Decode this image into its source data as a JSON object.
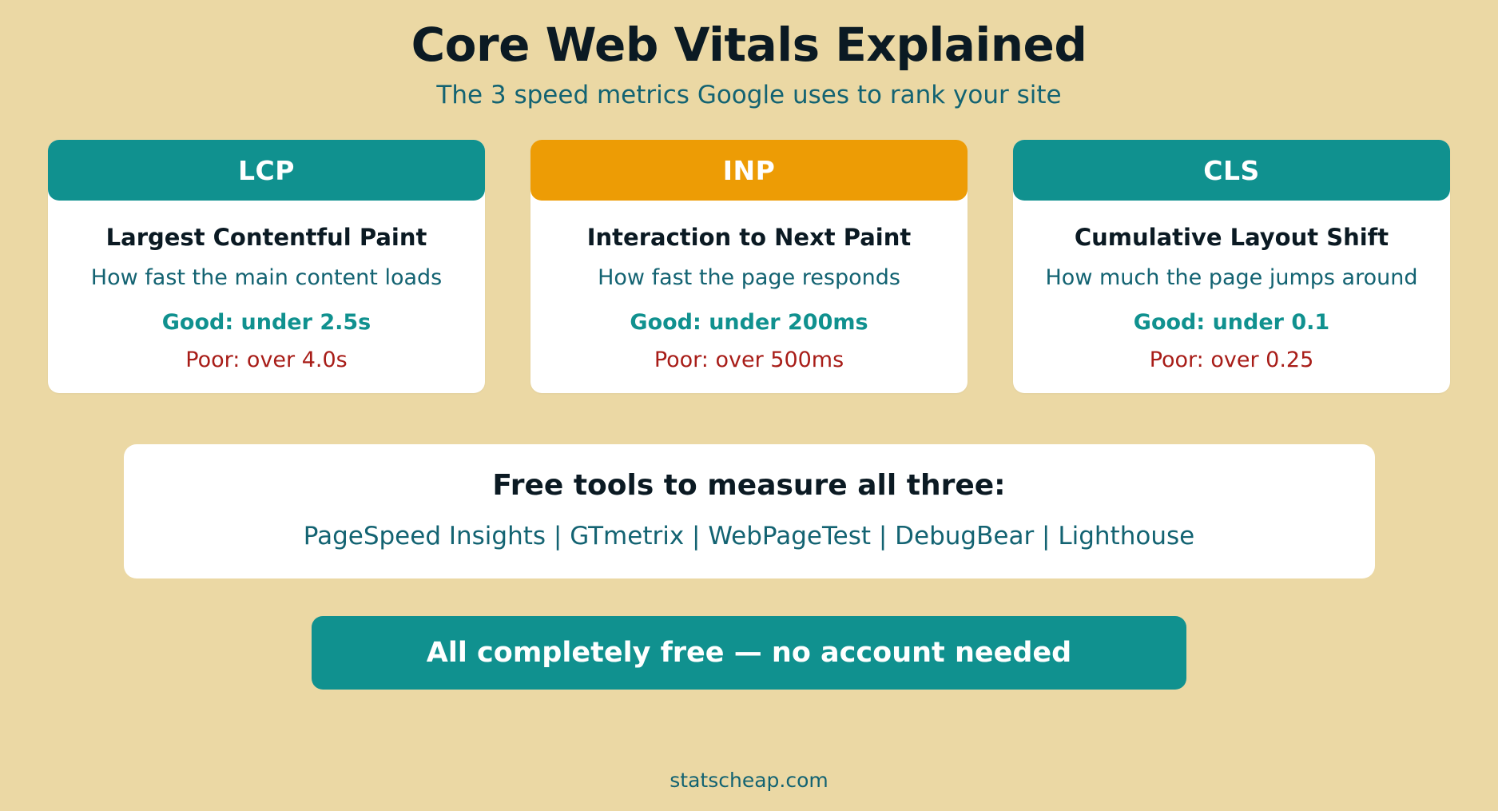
{
  "header": {
    "title": "Core Web Vitals Explained",
    "subtitle": "The 3 speed metrics Google uses to rank your site"
  },
  "colors": {
    "background": "#ebd8a4",
    "teal": "#10918f",
    "orange": "#ed9c05",
    "title_text": "#0b1a23",
    "body_teal_text": "#136372",
    "poor_red": "#a81d18",
    "card_background": "#ffffff"
  },
  "cards": [
    {
      "abbr": "LCP",
      "header_color": "teal",
      "name": "Largest Contentful Paint",
      "description": "How fast the main content loads",
      "good": "Good: under 2.5s",
      "poor": "Poor: over 4.0s"
    },
    {
      "abbr": "INP",
      "header_color": "orange",
      "name": "Interaction to Next Paint",
      "description": "How fast the page responds",
      "good": "Good: under 200ms",
      "poor": "Poor: over 500ms"
    },
    {
      "abbr": "CLS",
      "header_color": "teal",
      "name": "Cumulative Layout Shift",
      "description": "How much the page jumps around",
      "good": "Good: under 0.1",
      "poor": "Poor: over 0.25"
    }
  ],
  "tools": {
    "title": "Free tools to measure all three:",
    "list": "PageSpeed Insights | GTmetrix | WebPageTest | DebugBear | Lighthouse",
    "items": [
      "PageSpeed Insights",
      "GTmetrix",
      "WebPageTest",
      "DebugBear",
      "Lighthouse"
    ],
    "separator": "|"
  },
  "cta": {
    "label": "All completely free — no account needed"
  },
  "footer": {
    "site": "statscheap.com"
  }
}
